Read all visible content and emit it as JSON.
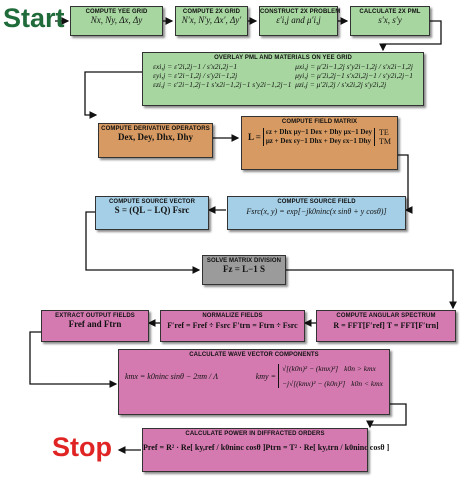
{
  "labels": {
    "start": "Start",
    "stop": "Stop"
  },
  "colors": {
    "start": "#1f6b3a",
    "stop": "#e02424",
    "arrow": "#111111"
  },
  "boxes": {
    "yee_grid": {
      "title": "COMPUTE YEE GRID",
      "eq": "Nx, Ny, Δx, Δy"
    },
    "grid_2x": {
      "title": "COMPUTE 2X GRID",
      "eq": "N′x, N′y, Δx′, Δy′"
    },
    "problem_2x": {
      "title": "CONSTRUCT 2X PROBLEM",
      "eq": "ε′i,j and μ′i,j"
    },
    "pml_2x": {
      "title": "CALCULATE 2X PML",
      "eq": "s′x, s′y"
    },
    "overlay": {
      "title": "OVERLAY PML AND MATERIALS ON YEE GRID",
      "rows": [
        {
          "left": "εxi,j = ε′2i,2j−1 / s′x2i,2j−1",
          "right": "μxi,j = μ′2i−1,2j s′y2i−1,2j / s′x2i−1,2j"
        },
        {
          "left": "εyi,j = ε′2i−1,2j / s′y2i−1,2j",
          "right": "μyi,j = μ′2i,2j−1 s′x2i,2j−1 / s′y2i,2j−1"
        },
        {
          "left": "εzi,j = ε′2i−1,2j−1 s′x2i−1,2j−1 s′y2i−1,2j−1",
          "right": "μzi,j = μ′2i,2j / s′x2i,2j s′y2i,2j"
        }
      ]
    },
    "derivative": {
      "title": "COMPUTE DERIVATIVE OPERATORS",
      "eq": "Dex, Dey, Dhx, Dhy"
    },
    "field_matrix": {
      "title": "COMPUTE FIELD MATRIX",
      "lhs": "L =",
      "row1": "εz + Dhx μy−1 Dex + Dhy μx−1 Dey",
      "row2": "μz + Dex εy−1 Dhx + Dey εx−1 Dhy",
      "mode1": "TE",
      "mode2": "TM"
    },
    "source_field": {
      "title": "COMPUTE SOURCE FIELD",
      "eq": "Fsrc(x, y) = exp[−jk0ninc(x sinθ + y cosθ)]"
    },
    "source_vector": {
      "title": "COMPUTE SOURCE VECTOR",
      "eq": "S = (QL − LQ) Fsrc"
    },
    "solve": {
      "title": "SOLVE MATRIX DIVISION",
      "eq": "Fz = L−1 S"
    },
    "angular": {
      "title": "COMPUTE ANGULAR SPECTRUM",
      "eq": "R = FFT[F′ref]      T = FFT[F′trn]"
    },
    "normalize": {
      "title": "NORMALIZE FIELDS",
      "eq": "F′ref = Fref ÷ Fsrc      F′trn = Ftrn ÷ Fsrc"
    },
    "extract": {
      "title": "EXTRACT OUTPUT FIELDS",
      "eq": "Fref and Ftrn"
    },
    "wave_vector": {
      "title": "CALCULATE WAVE VECTOR COMPONENTS",
      "kx": "kmx = k0ninc sinθ − 2πm / Λ",
      "ky_top": "√[(k0n)² − (kmx)²]",
      "ky_bottom": "−j√[(kmx)² − (k0n)²]",
      "cond_top": "k0n > kmx",
      "cond_bottom": "k0n < kmx",
      "ky_lhs": "kmy ="
    },
    "power": {
      "title": "CALCULATE POWER IN DIFFRACTED ORDERS",
      "pref": "Pref = R² · Re[ ky,ref / k0ninc cosθ ]",
      "ptrn": "Ptrn = T² · Re[ ky,trn / k0ninc cosθ ]"
    }
  }
}
